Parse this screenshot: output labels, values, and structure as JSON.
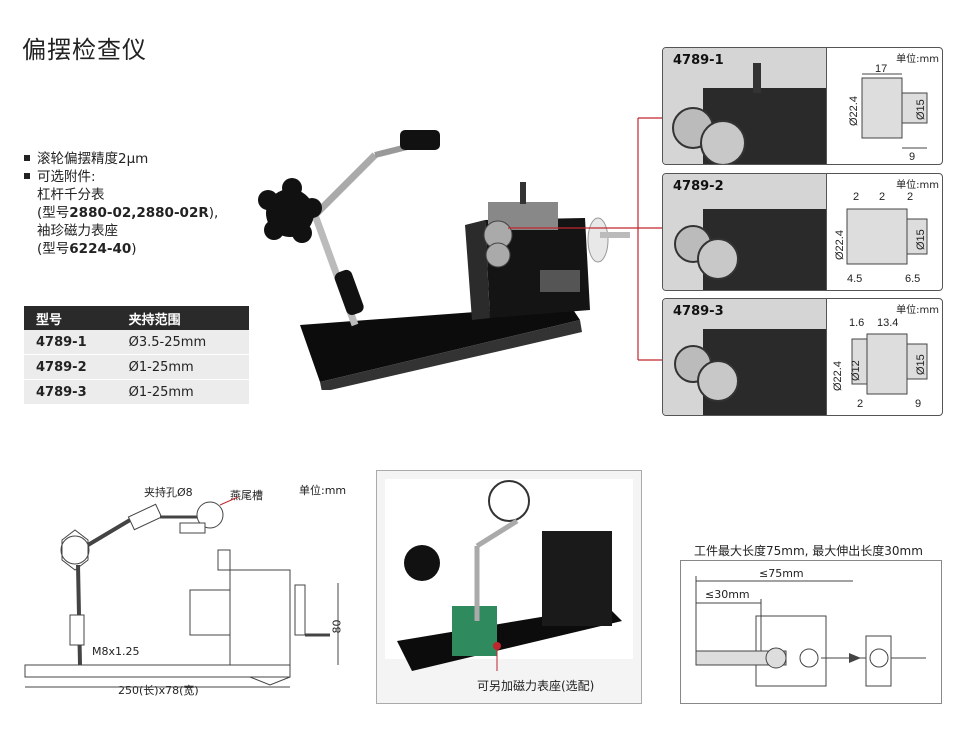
{
  "title": "偏摆检查仪",
  "features": {
    "f1": "滚轮偏摆精度2μm",
    "f2": "可选附件:",
    "f2_line1": "杠杆千分表",
    "f2_line2_pre": "(型号",
    "f2_line2_bold": "2880-02,2880-02R",
    "f2_line2_post": "),",
    "f2_line3": "袖珍磁力表座",
    "f2_line4_pre": "(型号",
    "f2_line4_bold": "6224-40",
    "f2_line4_post": ")"
  },
  "spec_table": {
    "headers": [
      "型号",
      "夹持范围"
    ],
    "rows": [
      [
        "4789-1",
        "Ø3.5-25mm"
      ],
      [
        "4789-2",
        "Ø1-25mm"
      ],
      [
        "4789-3",
        "Ø1-25mm"
      ]
    ]
  },
  "panels": [
    {
      "model": "4789-1",
      "unit": "单位:mm",
      "dims": {
        "a": "17",
        "b": "Ø22.4",
        "c": "Ø15",
        "d": "9"
      }
    },
    {
      "model": "4789-2",
      "unit": "单位:mm",
      "dims": {
        "a": "2",
        "b": "2",
        "c": "2",
        "d": "Ø22.4",
        "e": "Ø15",
        "f": "4.5",
        "g": "6.5"
      }
    },
    {
      "model": "4789-3",
      "unit": "单位:mm",
      "dims": {
        "a": "1.6",
        "b": "13.4",
        "c": "Ø22.4",
        "d": "Ø12",
        "e": "Ø15",
        "f": "2",
        "g": "9"
      }
    }
  ],
  "drawing": {
    "unit": "单位:mm",
    "clamp_hole": "夹持孔Ø8",
    "dovetail": "燕尾槽",
    "thread": "M8x1.25",
    "height": "80",
    "base": "250(长)x78(宽)"
  },
  "photo2_caption": "可另加磁力表座(选配)",
  "workpiece": {
    "title": "工件最大长度75mm, 最大伸出长度30mm",
    "len75": "≤75mm",
    "len30": "≤30mm"
  },
  "colors": {
    "accent_line": "#c0262d",
    "header_bg": "#2a2a2a",
    "row_bg": "#ececec"
  }
}
